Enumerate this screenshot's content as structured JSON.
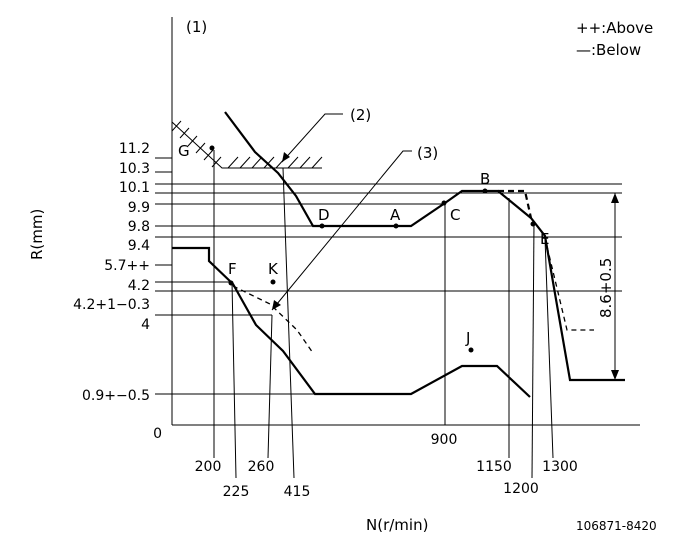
{
  "legend": {
    "above": "++:Above",
    "below": "—:Below"
  },
  "markers": {
    "m1": "(1)",
    "m2": "(2)",
    "m3": "(3)"
  },
  "axes": {
    "y_title": "R(mm)",
    "x_title": "N(r/min)",
    "origin": "0"
  },
  "y_labels": {
    "v11_2": "11.2",
    "v10_3": "10.3",
    "v10_1": "10.1",
    "v9_9": "9.9",
    "v9_8": "9.8",
    "v9_4": "9.4",
    "v5_7": "5.7++",
    "v4_2": "4.2",
    "v4_2tol": "4.2+1−0.3",
    "v4": "4",
    "v0_9": "0.9+−0.5"
  },
  "x_labels": {
    "n200": "200",
    "n225": "225",
    "n260": "260",
    "n415": "415",
    "n900": "900",
    "n1150": "1150",
    "n1200": "1200",
    "n1300": "1300"
  },
  "points": {
    "A": "A",
    "B": "B",
    "C": "C",
    "D": "D",
    "E": "E",
    "F": "F",
    "G": "G",
    "J": "J",
    "K": "K"
  },
  "dimension": "8.6+0.5",
  "reference": "106871-8420"
}
